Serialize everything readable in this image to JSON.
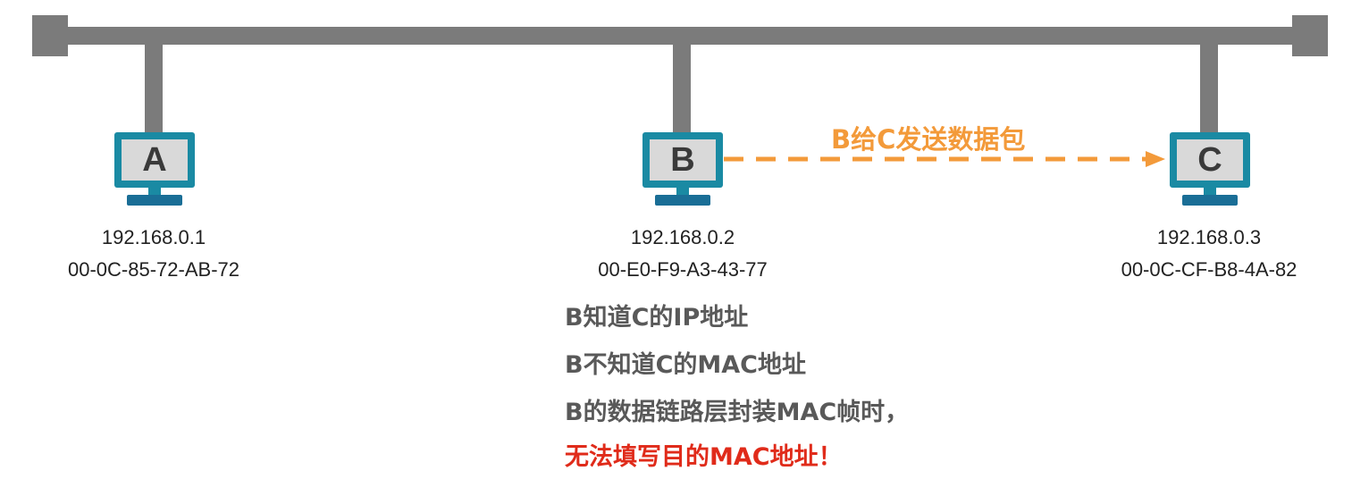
{
  "hosts": [
    {
      "letter": "A",
      "ip": "192.168.0.1",
      "mac": "00-0C-85-72-AB-72"
    },
    {
      "letter": "B",
      "ip": "192.168.0.2",
      "mac": "00-E0-F9-A3-43-77"
    },
    {
      "letter": "C",
      "ip": "192.168.0.3",
      "mac": "00-0C-CF-B8-4A-82"
    }
  ],
  "arrow": {
    "label": "B给C发送数据包",
    "color": "#f39a3a"
  },
  "notes": [
    {
      "text": "B知道C的IP地址"
    },
    {
      "text": "B不知道C的MAC地址"
    },
    {
      "text": "B的数据链路层封装MAC帧时，"
    },
    {
      "text": "无法填写目的MAC地址！"
    }
  ],
  "colors": {
    "bus": "#7b7b7b",
    "screen": "#1a8aa3",
    "highlight": "#e02b1a"
  }
}
